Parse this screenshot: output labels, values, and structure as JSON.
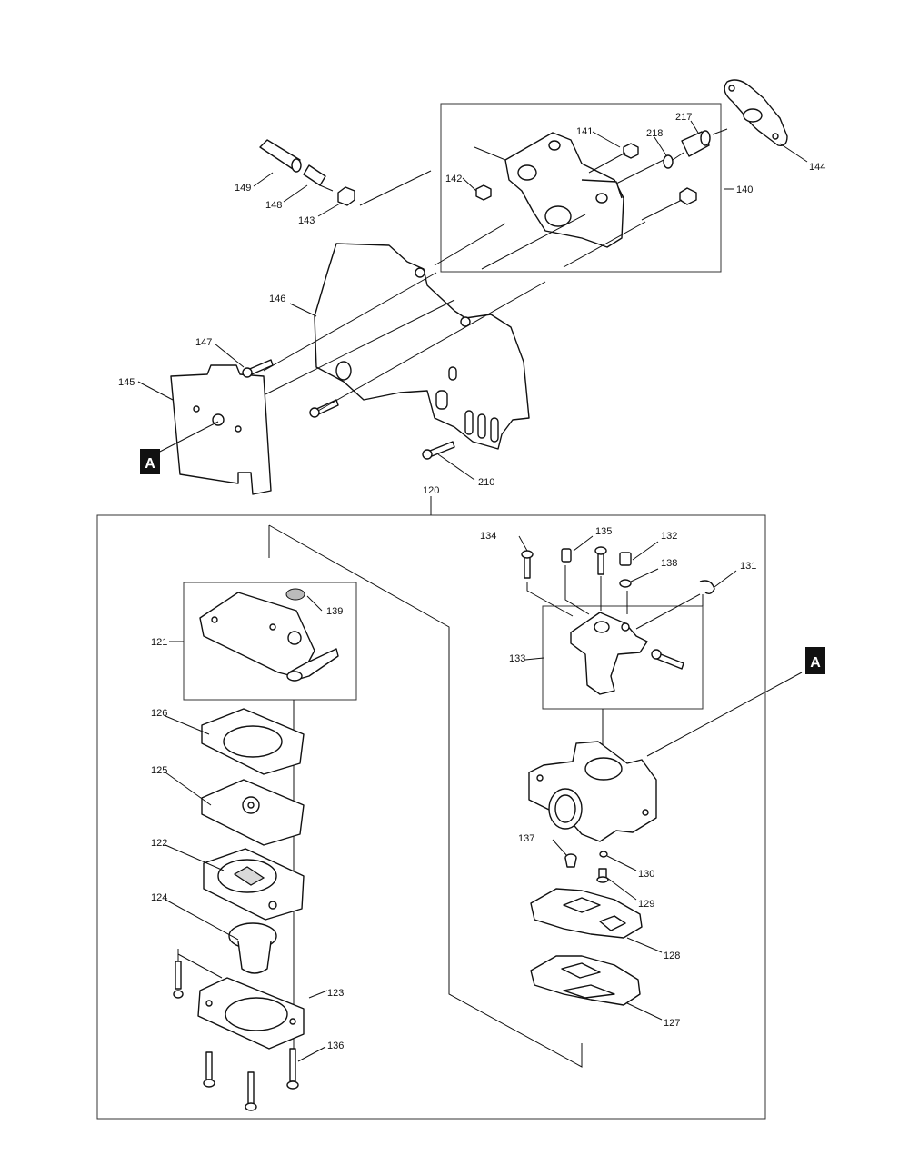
{
  "diagram": {
    "part_labels": {
      "p120": "120",
      "p121": "121",
      "p122": "122",
      "p123": "123",
      "p124": "124",
      "p125": "125",
      "p126": "126",
      "p127": "127",
      "p128": "128",
      "p129": "129",
      "p130": "130",
      "p131": "131",
      "p132": "132",
      "p133": "133",
      "p134": "134",
      "p135": "135",
      "p136": "136",
      "p137": "137",
      "p138": "138",
      "p139": "139",
      "p140": "140",
      "p141": "141",
      "p142": "142",
      "p143": "143",
      "p144": "144",
      "p145": "145",
      "p146": "146",
      "p147": "147",
      "p148": "148",
      "p149": "149",
      "p210": "210",
      "p217": "217",
      "p218": "218"
    },
    "reference_marks": {
      "left": "A",
      "right": "A"
    },
    "colors": {
      "line": "#111111",
      "fill": "#ffffff",
      "marker": "#111111"
    }
  }
}
